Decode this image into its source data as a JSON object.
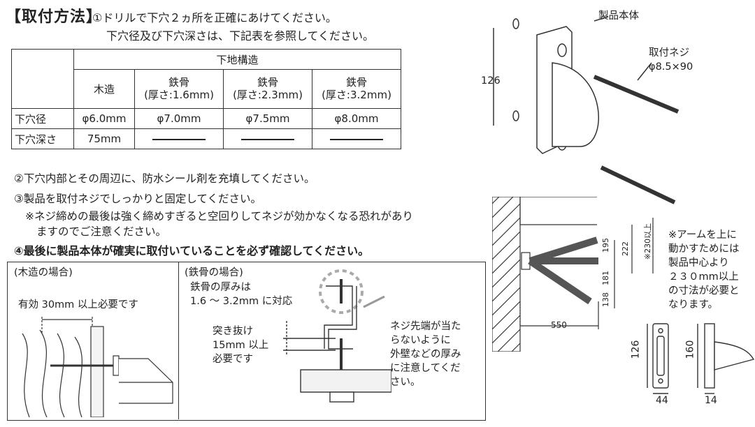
{
  "heading": {
    "title": "【取付方法】",
    "step1_line1": "①ドリルで下穴２ヵ所を正確にあけてください。",
    "step1_line2": "下穴径及び下穴深さは、下記表を参照してください。"
  },
  "table": {
    "group_header": "下地構造",
    "columns": [
      "木造",
      "鉄骨",
      "鉄骨",
      "鉄骨"
    ],
    "column_sub": [
      "",
      "(厚さ:1.6mm)",
      "(厚さ:2.3mm)",
      "(厚さ:3.2mm)"
    ],
    "rows": [
      {
        "label": "下穴径",
        "cells": [
          "φ6.0mm",
          "φ7.0mm",
          "φ7.5mm",
          "φ8.0mm"
        ]
      },
      {
        "label": "下穴深さ",
        "cells": [
          "75mm",
          "",
          "",
          ""
        ]
      }
    ]
  },
  "steps": {
    "step2": "②下穴内部とその周辺に、防水シール剤を充填してください。",
    "step3": "③製品を取付ネジでしっかりと固定してください。",
    "note_line1": "※ネジ締めの最後は強く締めすぎると空回りしてネジが効かなくなる恐れがあり",
    "note_line2": "ますのでご注意ください。",
    "step4": "④最後に製品本体が確実に取付いていることを必ず確認してください。"
  },
  "wood_case": {
    "title": "(木造の場合)",
    "requirement": "有効 30mm 以上必要です"
  },
  "steel_case": {
    "title": "(鉄骨の場合)",
    "thickness_line1": "鉄骨の厚みは",
    "thickness_line2": "1.6 ～ 3.2mm に対応",
    "protrude_line1": "突き抜け",
    "protrude_line2": "15mm 以上",
    "protrude_line3": "必要です",
    "caution_lines": [
      "ネジ先端が当た",
      "らないように",
      "外壁などの厚み",
      "に注意してくだ",
      "さい。"
    ]
  },
  "product_diagram": {
    "body_label": "製品本体",
    "screw_label_line1": "取付ネジ",
    "screw_label_line2": "φ8.5×90",
    "hole_pitch": "126"
  },
  "arm_diagram": {
    "dim_195": "195",
    "dim_222": "222",
    "dim_230": "※230以上",
    "dim_181": "181",
    "dim_138": "138",
    "dim_550": "550",
    "note_lines": [
      "※アームを上に",
      "動かすためには",
      "製品中心より",
      "２３０mm以上",
      "の寸法が必要と",
      "なります。"
    ]
  },
  "mini_views": {
    "front_height": "126",
    "front_width": "44",
    "side_height": "160",
    "side_width": "14"
  }
}
